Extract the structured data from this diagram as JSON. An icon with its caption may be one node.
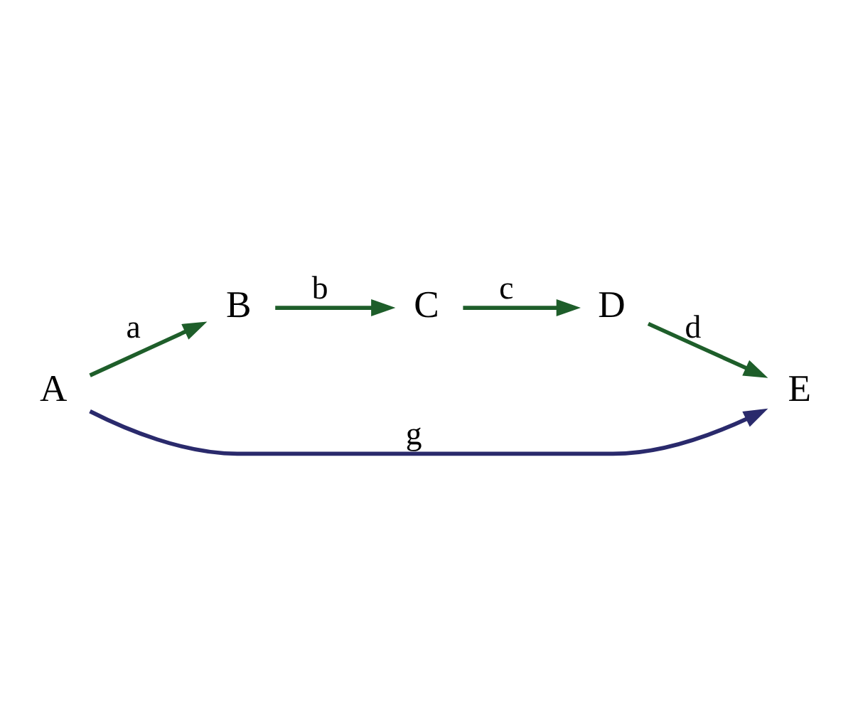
{
  "diagram": {
    "nodes": [
      {
        "text": [
          "A"
        ]
      },
      {
        "text": [
          "B"
        ]
      },
      {
        "text": [
          "C"
        ]
      },
      {
        "text": [
          "D"
        ]
      },
      {
        "text": [
          "E"
        ]
      }
    ],
    "edges": [
      {
        "from": 0,
        "to": 1,
        "arrow": "to",
        "label": "a⃗"
      },
      {
        "from": 1,
        "to": 2,
        "arrow": "to",
        "label": "b⃗"
      },
      {
        "from": 2,
        "to": 3,
        "arrow": "to",
        "label": "c⃗"
      },
      {
        "from": 3,
        "to": 4,
        "arrow": "to",
        "label": "d⃗"
      },
      {
        "from": 0,
        "to": 4,
        "arrow": "to",
        "label": "g⃗",
        "color": "#2a2a6c"
      }
    ]
  }
}
